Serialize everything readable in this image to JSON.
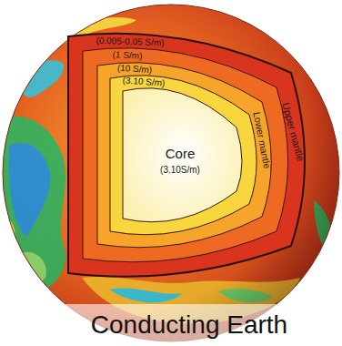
{
  "diagram": {
    "caption": "Conducting Earth",
    "labels": [
      "(0.005-0.05 S/m)",
      "Upper mantle",
      "(1 S/m)",
      "(10 S/m)",
      "(3.10 S/m)",
      "Lower mantle",
      "Core",
      "(3.10S/m)"
    ]
  }
}
